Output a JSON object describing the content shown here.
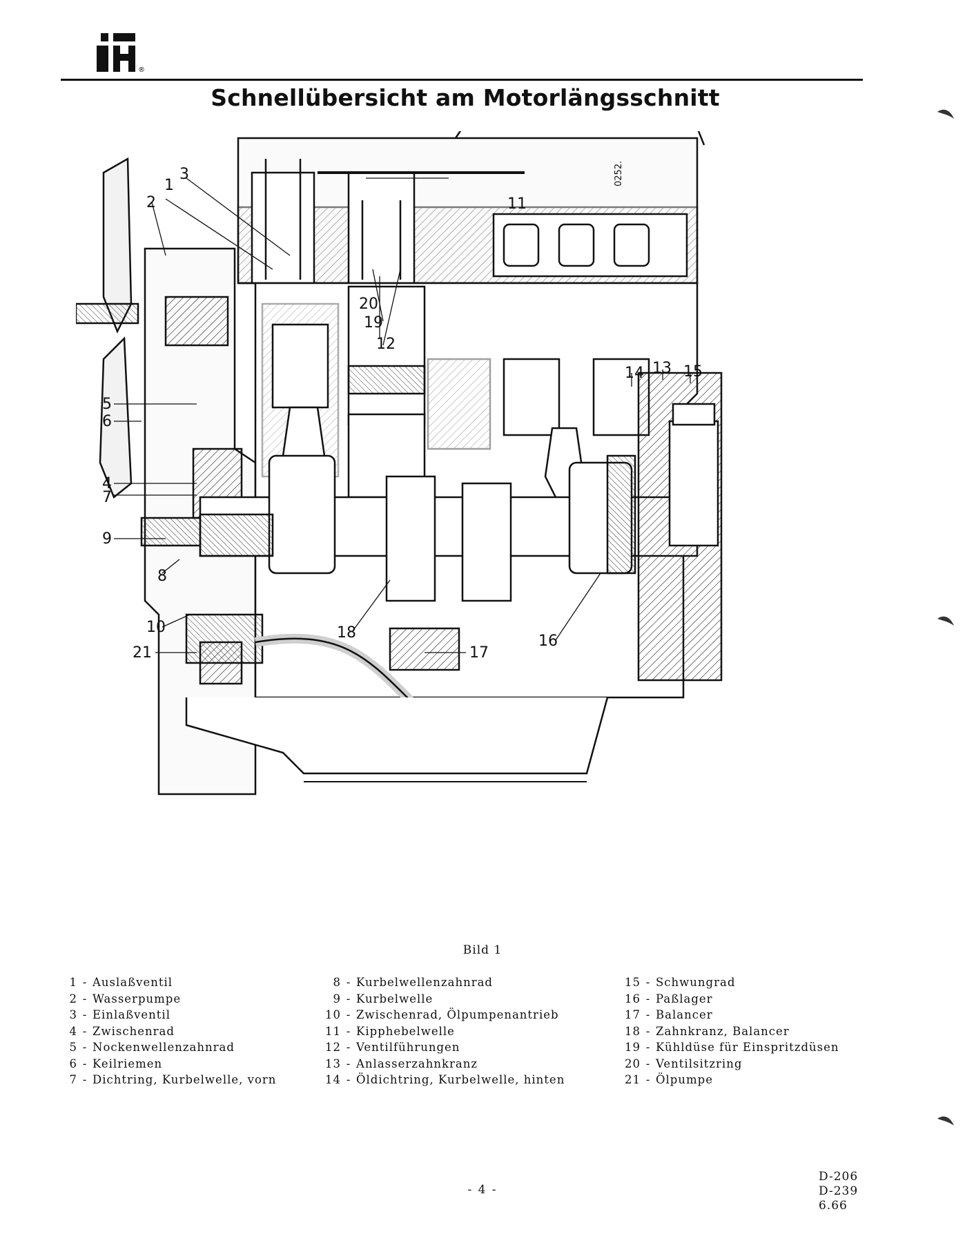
{
  "header": {
    "logo_text": "IH",
    "logo_registered": "®",
    "title": "Schnellübersicht am Motorlängsschnitt"
  },
  "drawing": {
    "drawing_code": "0252.",
    "callouts": [
      "1",
      "2",
      "3",
      "4",
      "5",
      "6",
      "7",
      "8",
      "9",
      "10",
      "11",
      "12",
      "13",
      "14",
      "15",
      "16",
      "17",
      "18",
      "19",
      "20",
      "21"
    ]
  },
  "caption": "Bild 1",
  "legend": {
    "col1": [
      {
        "num": "1",
        "label": "Auslaßventil"
      },
      {
        "num": "2",
        "label": "Wasserpumpe"
      },
      {
        "num": "3",
        "label": "Einlaßventil"
      },
      {
        "num": "4",
        "label": "Zwischenrad"
      },
      {
        "num": "5",
        "label": "Nockenwellenzahnrad"
      },
      {
        "num": "6",
        "label": "Keilriemen"
      },
      {
        "num": "7",
        "label": "Dichtring, Kurbelwelle, vorn"
      }
    ],
    "col2": [
      {
        "num": "8",
        "label": "Kurbelwellenzahnrad"
      },
      {
        "num": "9",
        "label": "Kurbelwelle"
      },
      {
        "num": "10",
        "label": "Zwischenrad, Ölpumpenantrieb"
      },
      {
        "num": "11",
        "label": "Kipphebelwelle"
      },
      {
        "num": "12",
        "label": "Ventilführungen"
      },
      {
        "num": "13",
        "label": "Anlasserzahnkranz"
      },
      {
        "num": "14",
        "label": "Öldichtring, Kurbelwelle, hinten"
      }
    ],
    "col3": [
      {
        "num": "15",
        "label": "Schwungrad"
      },
      {
        "num": "16",
        "label": "Paßlager"
      },
      {
        "num": "17",
        "label": "Balancer"
      },
      {
        "num": "18",
        "label": "Zahnkranz, Balancer"
      },
      {
        "num": "19",
        "label": "Kühldüse für Einspritzdüsen"
      },
      {
        "num": "20",
        "label": "Ventilsitzring"
      },
      {
        "num": "21",
        "label": "Ölpumpe"
      }
    ]
  },
  "footer": {
    "page_number": "- 4 -",
    "doc_ref_1": "D-206",
    "doc_ref_2": "D-239",
    "doc_ref_3": "6.66"
  }
}
